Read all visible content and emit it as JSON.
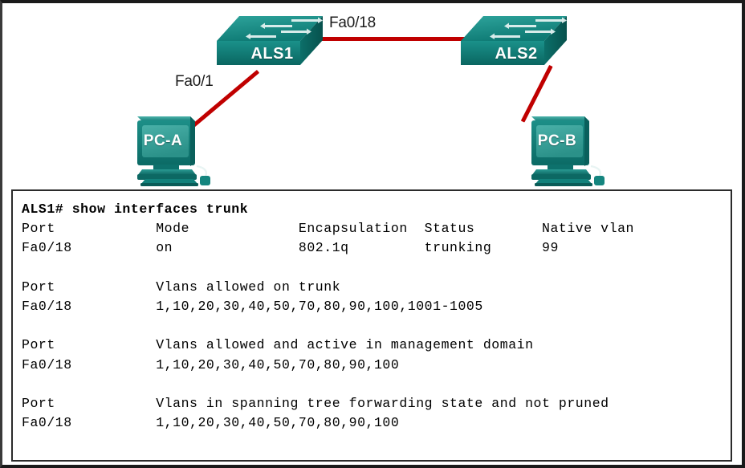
{
  "colors": {
    "link": "#c00000",
    "device_teal": "#1a8a84",
    "device_teal_dark": "#0f6b68",
    "device_teal_light": "#3fa9a2",
    "text": "#1c1c1c",
    "frame": "#1a1a1a",
    "console_border": "#2b2b2b",
    "console_bg": "#ffffff"
  },
  "topology": {
    "devices": [
      {
        "id": "als1",
        "label": "ALS1",
        "type": "switch-icon"
      },
      {
        "id": "als2",
        "label": "ALS2",
        "type": "switch-icon"
      },
      {
        "id": "pca",
        "label": "PC-A",
        "type": "pc-icon"
      },
      {
        "id": "pcb",
        "label": "PC-B",
        "type": "pc-icon"
      }
    ],
    "link_labels": [
      {
        "id": "fa018",
        "label": "Fa0/18"
      },
      {
        "id": "fa01",
        "label": "Fa0/1"
      }
    ]
  },
  "console": {
    "prompt": "ALS1#",
    "command": "show interfaces trunk",
    "command_line": "ALS1# show interfaces trunk",
    "sections": [
      {
        "id": "summary",
        "headers": [
          "Port",
          "Mode",
          "Encapsulation",
          "Status",
          "Native vlan"
        ],
        "row": [
          "Fa0/18",
          "on",
          "802.1q",
          "trunking",
          "99"
        ]
      },
      {
        "id": "allowed",
        "headers": [
          "Port",
          "Vlans allowed on trunk"
        ],
        "row": [
          "Fa0/18",
          "1,10,20,30,40,50,70,80,90,100,1001-1005"
        ]
      },
      {
        "id": "allowed-active",
        "headers": [
          "Port",
          "Vlans allowed and active in management domain"
        ],
        "row": [
          "Fa0/18",
          "1,10,20,30,40,50,70,80,90,100"
        ]
      },
      {
        "id": "forwarding",
        "headers": [
          "Port",
          "Vlans in spanning tree forwarding state and not pruned"
        ],
        "row": [
          "Fa0/18",
          "1,10,20,30,40,50,70,80,90,100"
        ]
      }
    ],
    "body_text": "\nPort            Mode             Encapsulation  Status        Native vlan\nFa0/18          on               802.1q         trunking      99\n\nPort            Vlans allowed on trunk\nFa0/18          1,10,20,30,40,50,70,80,90,100,1001-1005\n\nPort            Vlans allowed and active in management domain\nFa0/18          1,10,20,30,40,50,70,80,90,100\n\nPort            Vlans in spanning tree forwarding state and not pruned\nFa0/18          1,10,20,30,40,50,70,80,90,100"
  }
}
